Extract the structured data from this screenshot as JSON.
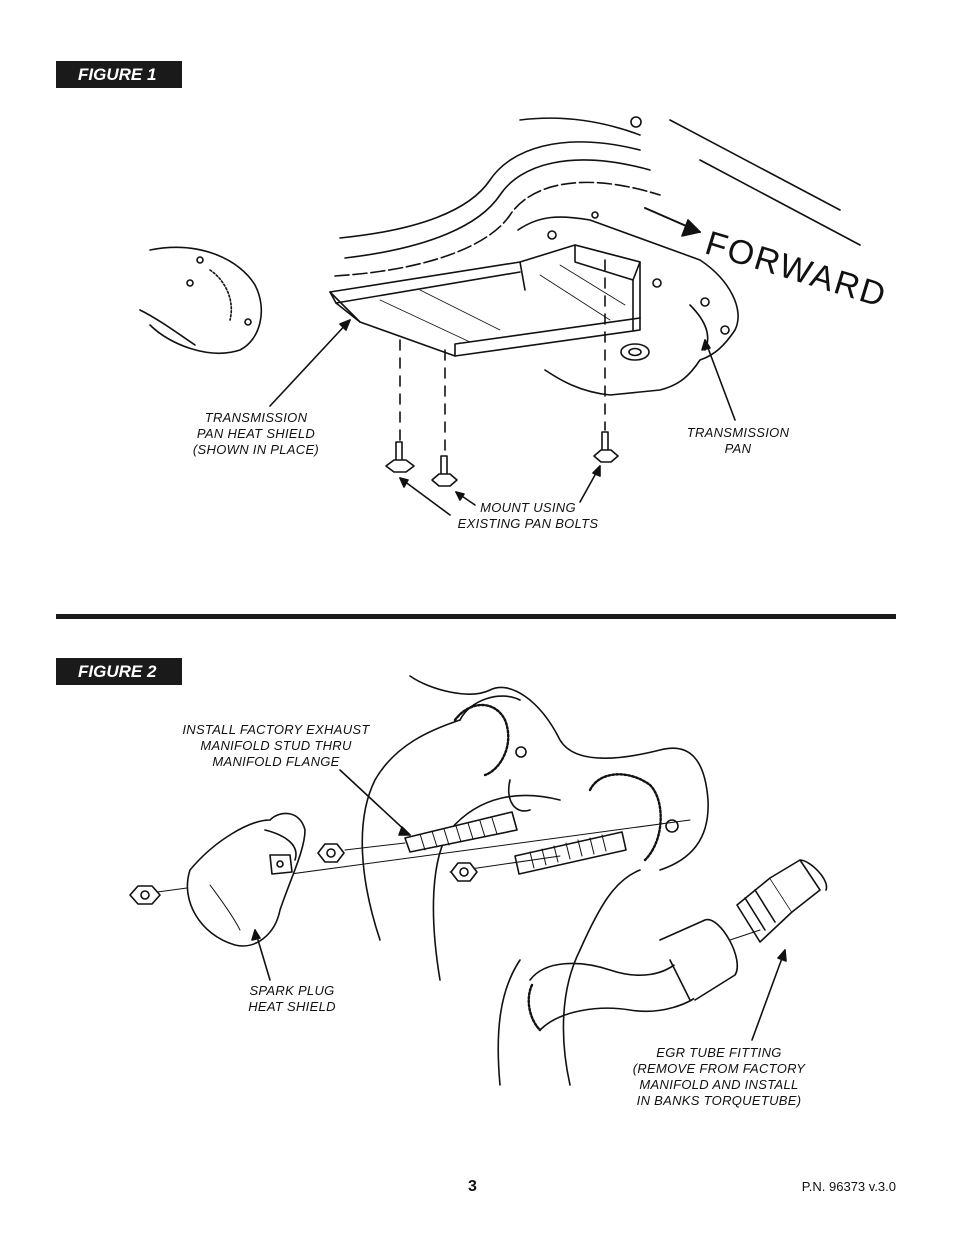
{
  "figure1": {
    "label": "FIGURE 1",
    "forward_text": "FORWARD",
    "callouts": {
      "heat_shield": [
        "TRANSMISSION",
        "PAN HEAT SHIELD",
        "(SHOWN IN PLACE)"
      ],
      "pan": [
        "TRANSMISSION",
        "PAN"
      ],
      "bolts": [
        "MOUNT USING",
        "EXISTING PAN BOLTS"
      ]
    }
  },
  "figure2": {
    "label": "FIGURE 2",
    "callouts": {
      "stud": [
        "INSTALL FACTORY EXHAUST",
        "MANIFOLD STUD THRU",
        "MANIFOLD FLANGE"
      ],
      "spark_plug": [
        "SPARK PLUG",
        "HEAT SHIELD"
      ],
      "egr": [
        "EGR TUBE FITTING",
        "(REMOVE FROM FACTORY",
        "MANIFOLD AND INSTALL",
        "IN BANKS TORQUETUBE)"
      ]
    }
  },
  "footer": {
    "page_number": "3",
    "part_number": "P.N. 96373 v.3.0"
  }
}
